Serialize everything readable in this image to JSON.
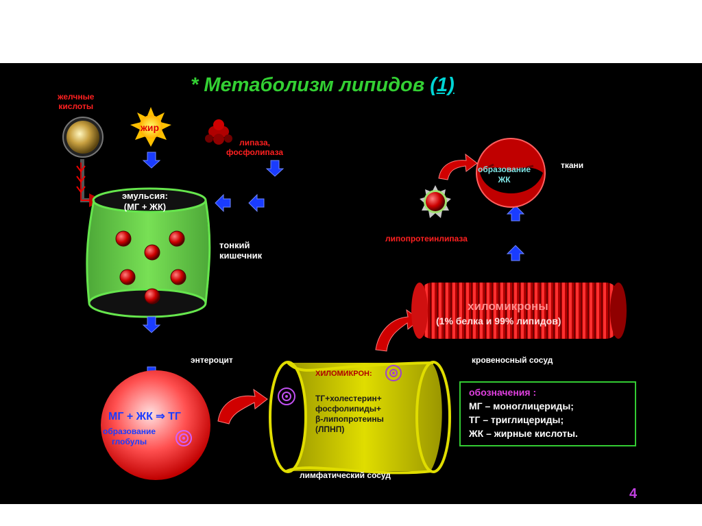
{
  "title": {
    "prefix": "*  Метаболизм липидов ",
    "link": "(1)"
  },
  "labels": {
    "bile_acids_1": "желчные",
    "bile_acids_2": "кислоты",
    "fat": "жир",
    "lipase_1": "липаза,",
    "lipase_2": "фосфолипаза",
    "emulsion_1": "эмульсия:",
    "emulsion_2": "(МГ + ЖК)",
    "small_intestine_1": "тонкий",
    "small_intestine_2": "кишечник",
    "enterocyte": "энтероцит",
    "mg_zhk_tg": "МГ + ЖК ⇒ ТГ",
    "globule_1": "образование",
    "globule_2": "глобулы",
    "chylomicron_title": "ХИЛОМИКРОН:",
    "chylomicron_1": "ТГ+холестерин+",
    "chylomicron_2": "фосфолипиды+",
    "chylomicron_3": "β-липопротеины",
    "chylomicron_4": "(ЛПНП)",
    "lymph_vessel": "лимфатический сосуд",
    "blood_vessel": "кровеносный сосуд",
    "chylomicrons_1": "хиломикроны",
    "chylomicrons_2": "(1% белка и 99% липидов)",
    "lpl": "липопротеинлипаза",
    "fa_formation_1": "образование",
    "fa_formation_2": "ЖК",
    "tissues": "ткани"
  },
  "legend": {
    "heading": "обозначения :",
    "line1": "МГ – моноглицериды;",
    "line2": "ТГ – триглицериды;",
    "line3": "ЖК – жирные кислоты."
  },
  "page_number": "4",
  "colors": {
    "title": "#33d033",
    "link": "#00d5d5",
    "arrow": "#1a3cff",
    "intestine": "#66e64d",
    "lymph": "#e0dd00",
    "vessel": "#cc0000",
    "legend_border": "#33cc33"
  }
}
